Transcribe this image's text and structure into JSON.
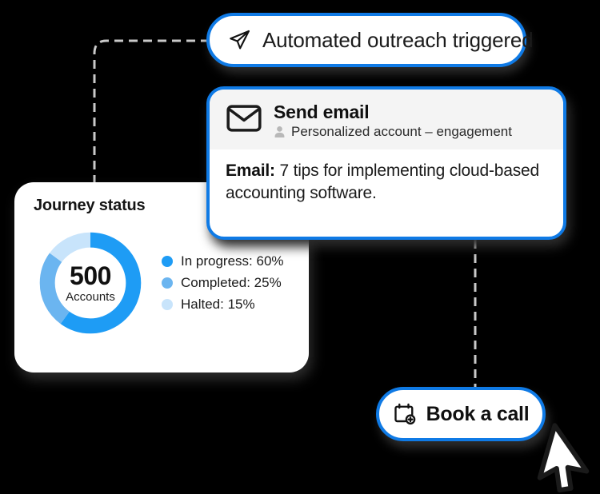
{
  "theme": {
    "background": "#000000",
    "accent_blue": "#0f7ae5",
    "card_white": "#ffffff",
    "header_grey": "#f4f4f4",
    "shadow": "#2b2b2b"
  },
  "outreach_pill": {
    "label": "Automated outreach triggered",
    "icon": "send-paper-plane-icon"
  },
  "email_card": {
    "icon": "envelope-icon",
    "title": "Send email",
    "audience_icon": "person-icon",
    "audience": "Personalized account – engagement",
    "body_prefix": "Email:",
    "body_text": "7 tips for implementing cloud-based accounting software."
  },
  "journey_card": {
    "title": "Journey status",
    "center_value": "500",
    "center_unit": "Accounts"
  },
  "book_pill": {
    "label": "Book a call",
    "icon": "calendar-plus-icon"
  },
  "cursor": {
    "icon": "mouse-pointer-icon"
  },
  "chart_data": {
    "type": "pie",
    "title": "Journey status",
    "subtype": "donut",
    "center_label": "500",
    "center_sublabel": "Accounts",
    "total_accounts": 500,
    "unit": "%",
    "start_angle_deg": 0,
    "direction": "clockwise",
    "legend_position": "right",
    "grid": false,
    "categories": [
      "In progress",
      "Completed",
      "Halted"
    ],
    "values": [
      60,
      25,
      15
    ],
    "colors": [
      "#1e9cf5",
      "#6bb5f0",
      "#c8e4fb"
    ],
    "labels": [
      "In progress: 60%",
      "Completed: 25%",
      "Halted: 15%"
    ]
  }
}
